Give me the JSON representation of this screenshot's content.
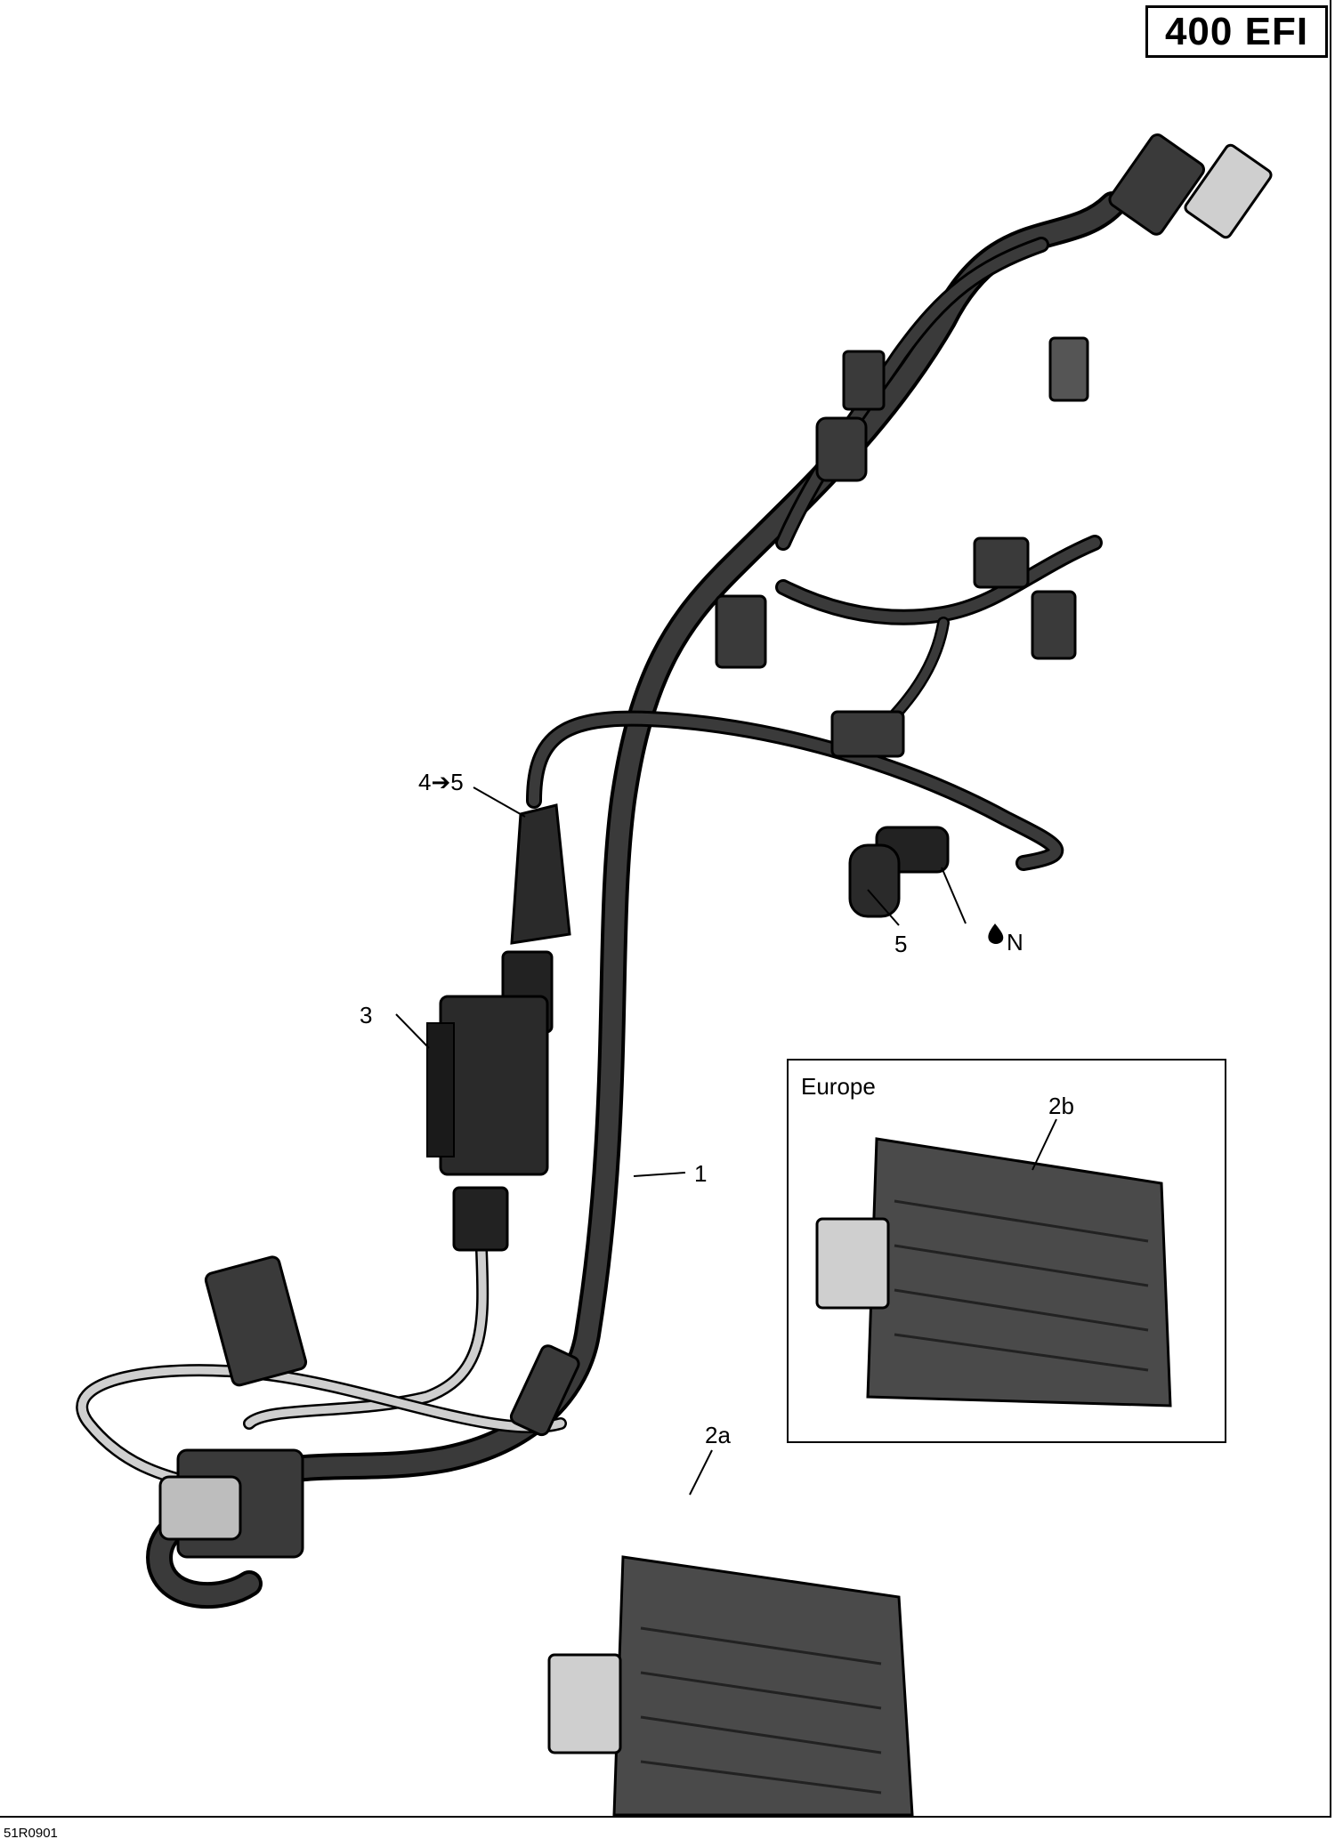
{
  "model_label": "400 EFI",
  "illustration_code": "51R0901",
  "inset": {
    "label": "Europe"
  },
  "callouts": {
    "harness": "1",
    "ecm_std": "2a",
    "ecm_europe": "2b",
    "fuse_box": "3",
    "adapter": "4➔5",
    "sensor": "5",
    "torque_note": "N"
  },
  "colors": {
    "harness": "#3a3a3a",
    "outline": "#000000",
    "connector_light": "#cfcfcf",
    "ecm_body": "#4a4a4a"
  }
}
